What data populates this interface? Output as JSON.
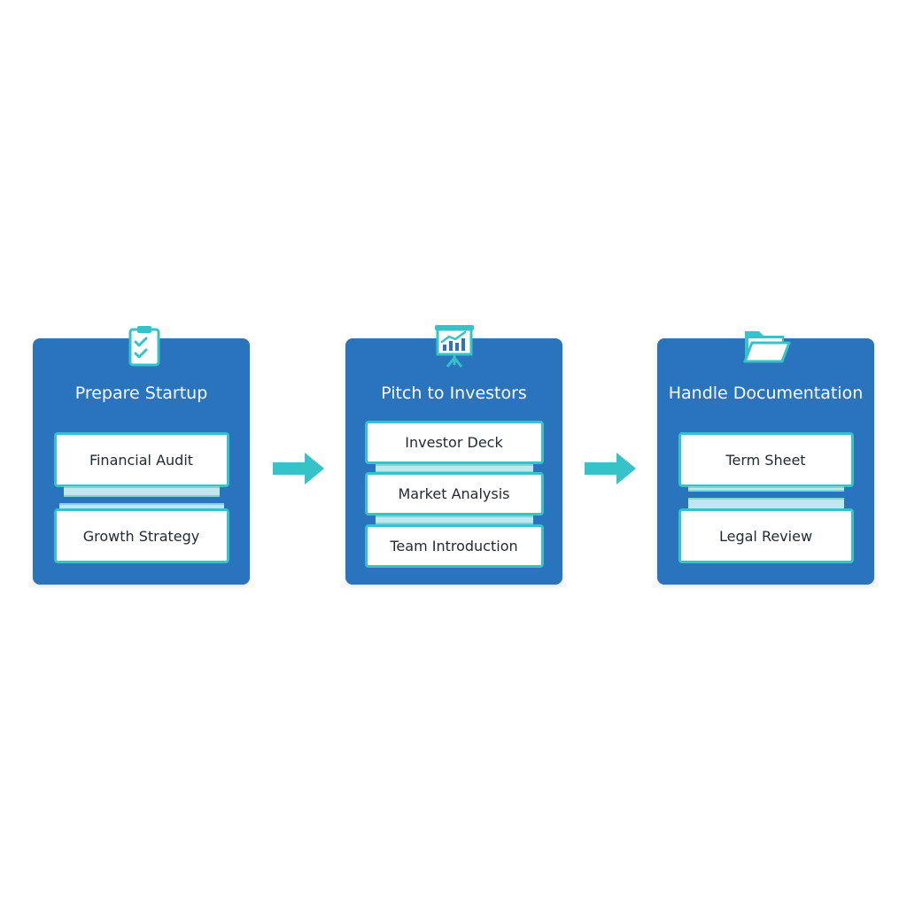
{
  "colors": {
    "card": "#2a74bd",
    "accent": "#35c2c8",
    "strip": "#bfe7ef",
    "item_text": "#222a35"
  },
  "steps": [
    {
      "icon": "clipboard-check-icon",
      "title": "Prepare Startup",
      "items": [
        "Financial Audit",
        "Growth Strategy"
      ]
    },
    {
      "icon": "presentation-chart-icon",
      "title": "Pitch to Investors",
      "items": [
        "Investor Deck",
        "Market Analysis",
        "Team Introduction"
      ]
    },
    {
      "icon": "folder-icon",
      "title": "Handle Documentation",
      "items": [
        "Term Sheet",
        "Legal Review"
      ]
    }
  ],
  "connectors": [
    "arrow-right-icon",
    "arrow-right-icon"
  ]
}
